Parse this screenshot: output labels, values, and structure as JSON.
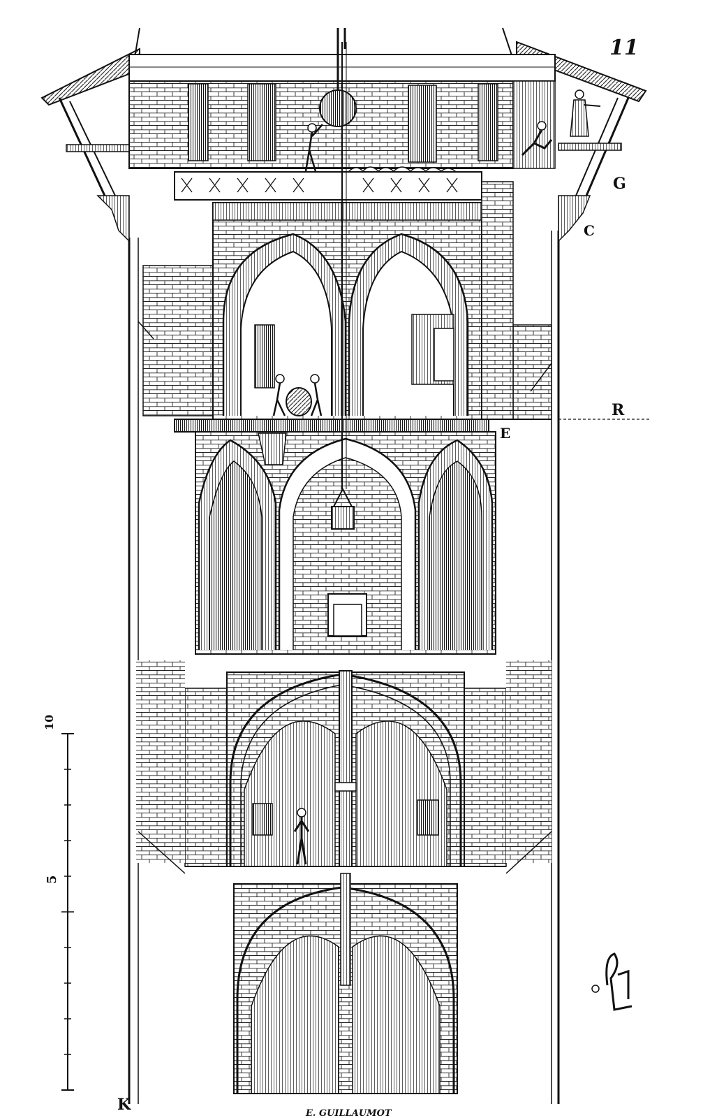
{
  "figure": {
    "plate_number": "11",
    "letters": {
      "g": "G",
      "c": "C",
      "r": "R",
      "e": "E",
      "k": "K"
    },
    "scale": {
      "top_label": "10",
      "mid_label": "5"
    },
    "signature": "E. GUILLAUMOT",
    "colors": {
      "ink": "#111111",
      "paper": "#ffffff",
      "hatch": "#555555"
    }
  }
}
